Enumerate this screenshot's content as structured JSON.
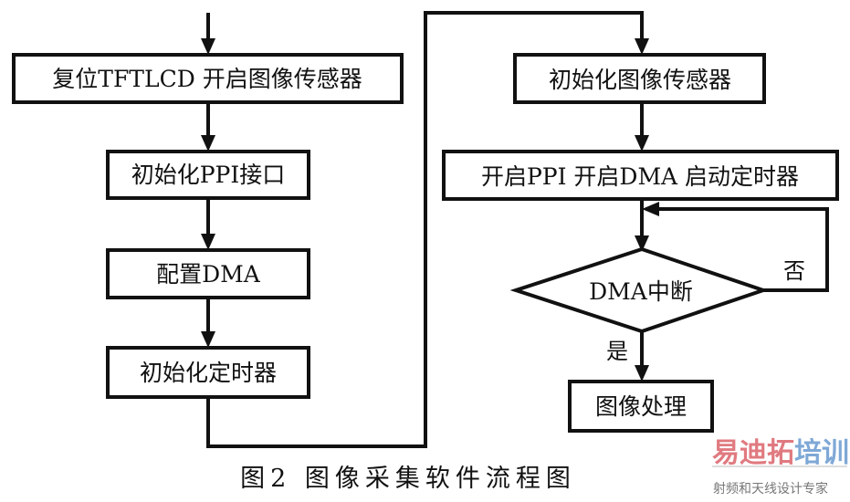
{
  "left_column": {
    "step1": "复位TFTLCD 开启图像传感器",
    "step2": "初始化PPI接口",
    "step3": "配置DMA",
    "step4": "初始化定时器"
  },
  "right_column": {
    "step5": "初始化图像传感器",
    "step6": "开启PPI 开启DMA 启动定时器",
    "decision": "DMA中断",
    "no_label": "否",
    "yes_label": "是",
    "step7": "图像处理"
  },
  "caption": "图2 图像采集软件流程图",
  "watermark": {
    "brand_part1": "易迪拓",
    "brand_part2": "培训",
    "tagline": "射频和天线设计专家",
    "color1": "#e07a80",
    "color2": "#7fa8d6"
  }
}
